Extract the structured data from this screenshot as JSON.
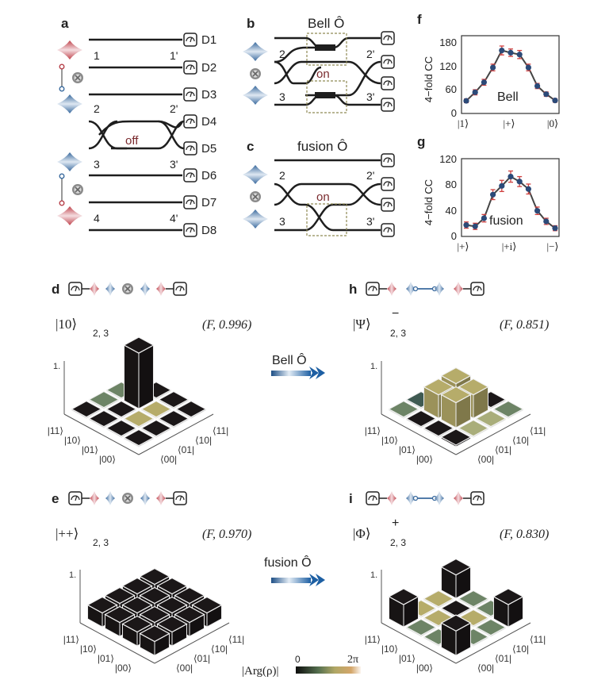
{
  "colors": {
    "wire": "#1e1e1e",
    "photon_red": "#b7414a",
    "photon_blue": "#3a6a9e",
    "switch_text": "#7a2a2e",
    "box_dash": "#8f8a55",
    "err_bar": "#d0403f",
    "marker": "#2c4a78",
    "tile_black": "#1b1718",
    "tile_green": "#6d8466",
    "tile_darkgreen": "#3f5a52",
    "tile_olive": "#b6ac6a",
    "tile_lightolive": "#a9ad7a",
    "arrow_blue": "#1d5fa3"
  },
  "panel_a": {
    "letter": "a",
    "detectors": [
      "D1",
      "D2",
      "D3",
      "D4",
      "D5",
      "D6",
      "D7",
      "D8"
    ],
    "input_ports": [
      "1",
      "2",
      "3",
      "4"
    ],
    "output_ports": [
      "1'",
      "2'",
      "3'",
      "4'"
    ],
    "switch_label": "off"
  },
  "panel_b": {
    "letter": "b",
    "title": "Bell Ô",
    "input_ports": [
      "2",
      "3"
    ],
    "output_ports": [
      "2'",
      "3'"
    ],
    "switch_label": "on"
  },
  "panel_c": {
    "letter": "c",
    "title": "fusion Ô",
    "input_ports": [
      "2",
      "3"
    ],
    "output_ports": [
      "2'",
      "3'"
    ],
    "switch_label": "on"
  },
  "panel_f": {
    "letter": "f",
    "annotation": "Bell"
  },
  "panel_g": {
    "letter": "g",
    "annotation": "fusion"
  },
  "matrices": {
    "row_labels": [
      "|11⟩",
      "|10⟩",
      "|01⟩",
      "|00⟩"
    ],
    "col_labels": [
      "⟨11|",
      "⟨10|",
      "⟨01|",
      "⟨00|"
    ],
    "z_tick": "1.",
    "d": {
      "letter": "d",
      "state": "|10⟩",
      "subscript": "2, 3",
      "superscript": "",
      "fidelity": "(F, 0.996)"
    },
    "h": {
      "letter": "h",
      "state": "|Ψ⟩",
      "subscript": "2, 3",
      "superscript": "−",
      "fidelity": "(F, 0.851)"
    },
    "e": {
      "letter": "e",
      "state": "|++⟩",
      "subscript": "2, 3",
      "superscript": "",
      "fidelity": "(F, 0.970)"
    },
    "i": {
      "letter": "i",
      "state": "|Φ⟩",
      "subscript": "2, 3",
      "superscript": "+",
      "fidelity": "(F, 0.830)"
    }
  },
  "arrows": {
    "bell": "Bell Ô",
    "fusion": "fusion Ô"
  },
  "colorbar": {
    "label": "|Arg(ρ)|",
    "min": "0",
    "max": "2π"
  },
  "chart_data": [
    {
      "type": "line",
      "title": "f",
      "annotation": "Bell",
      "ylabel": "4−fold CC",
      "xlabel": "",
      "x_tick_labels": [
        "|1⟩",
        "|+⟩",
        "|0⟩"
      ],
      "y_ticks": [
        0,
        60,
        120,
        180
      ],
      "ylim": [
        0,
        200
      ],
      "x": [
        0,
        1,
        2,
        3,
        4,
        5,
        6,
        7,
        8,
        9,
        10
      ],
      "values": [
        32,
        55,
        82,
        122,
        168,
        162,
        157,
        122,
        72,
        50,
        33
      ],
      "errors": [
        5,
        7,
        8,
        9,
        12,
        10,
        11,
        9,
        7,
        6,
        5
      ],
      "fit": "sinusoidal"
    },
    {
      "type": "line",
      "title": "g",
      "annotation": "fusion",
      "ylabel": "4−fold CC",
      "xlabel": "",
      "x_tick_labels": [
        "|+⟩",
        "|+i⟩",
        "|−⟩"
      ],
      "y_ticks": [
        0,
        40,
        80,
        120
      ],
      "ylim": [
        0,
        120
      ],
      "x": [
        0,
        1,
        2,
        3,
        4,
        5,
        6,
        7,
        8,
        9,
        10
      ],
      "values": [
        17,
        15,
        28,
        66,
        80,
        95,
        87,
        75,
        40,
        23,
        12
      ],
      "errors": [
        5,
        5,
        6,
        8,
        9,
        9,
        8,
        8,
        6,
        5,
        4
      ],
      "fit": "sinusoidal"
    },
    {
      "type": "heatmap",
      "title": "d: |10⟩ (F, 0.996)",
      "rows": [
        "|11⟩",
        "|10⟩",
        "|01⟩",
        "|00⟩"
      ],
      "cols": [
        "⟨11|",
        "⟨10|",
        "⟨01|",
        "⟨00|"
      ],
      "heights": [
        [
          0,
          0,
          0,
          0
        ],
        [
          0,
          1.0,
          0,
          0
        ],
        [
          0,
          0,
          0,
          0
        ],
        [
          0,
          0,
          0,
          0
        ]
      ]
    },
    {
      "type": "heatmap",
      "title": "h: |Ψ⟩⁻ (F, 0.851)",
      "rows": [
        "|11⟩",
        "|10⟩",
        "|01⟩",
        "|00⟩"
      ],
      "cols": [
        "⟨11|",
        "⟨10|",
        "⟨01|",
        "⟨00|"
      ],
      "heights": [
        [
          0.02,
          0,
          0,
          0.02
        ],
        [
          0,
          0.45,
          0.42,
          0
        ],
        [
          0,
          0.42,
          0.45,
          0
        ],
        [
          0.02,
          0,
          0,
          0.03
        ]
      ]
    },
    {
      "type": "heatmap",
      "title": "e: |++⟩ (F, 0.970)",
      "rows": [
        "|11⟩",
        "|10⟩",
        "|01⟩",
        "|00⟩"
      ],
      "cols": [
        "⟨11|",
        "⟨10|",
        "⟨01|",
        "⟨00|"
      ],
      "heights": [
        [
          0.25,
          0.25,
          0.25,
          0.25
        ],
        [
          0.25,
          0.25,
          0.25,
          0.25
        ],
        [
          0.25,
          0.25,
          0.25,
          0.25
        ],
        [
          0.25,
          0.25,
          0.25,
          0.25
        ]
      ]
    },
    {
      "type": "heatmap",
      "title": "i: |Φ⟩⁺ (F, 0.830)",
      "rows": [
        "|11⟩",
        "|10⟩",
        "|01⟩",
        "|00⟩"
      ],
      "cols": [
        "⟨11|",
        "⟨10|",
        "⟨01|",
        "⟨00|"
      ],
      "heights": [
        [
          0.42,
          0,
          0,
          0.4
        ],
        [
          0,
          0.02,
          0.02,
          0
        ],
        [
          0,
          0.02,
          0.02,
          0
        ],
        [
          0.4,
          0,
          0,
          0.44
        ]
      ]
    }
  ]
}
